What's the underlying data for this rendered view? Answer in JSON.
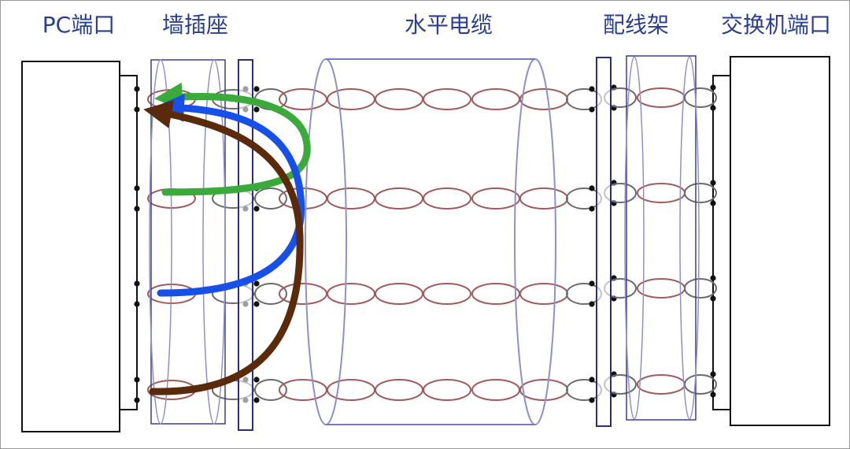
{
  "labels": {
    "pc_port": "PC端口",
    "wall_socket": "墙插座",
    "horizontal_cable": "水平电缆",
    "patch_panel": "配线架",
    "switch_port": "交换机端口"
  },
  "colors": {
    "label_text": "#2a3f8f",
    "box_outline": "#111111",
    "enclosure_outline": "#3a3f8a",
    "cable_sheath": "#9090c8",
    "twisted_pair": "#a05a5a",
    "connector_wire": "#6a6a6a",
    "pin_dot": "#111111",
    "arrow_green": "#3aab3a",
    "arrow_blue": "#1750e8",
    "arrow_brown": "#5a2a0a"
  },
  "wire_pair_count": 4,
  "crossover_arrows": [
    {
      "name": "green-arrow",
      "color_key": "arrow_green"
    },
    {
      "name": "blue-arrow",
      "color_key": "arrow_blue"
    },
    {
      "name": "brown-arrow",
      "color_key": "arrow_brown"
    }
  ]
}
